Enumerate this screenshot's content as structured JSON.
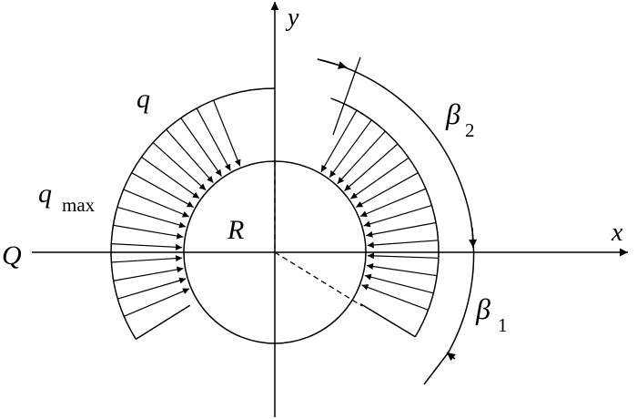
{
  "labels": {
    "y_axis": "y",
    "x_axis": "x",
    "load_q": "q",
    "load_qmax": "q",
    "load_qmax_sub": "max",
    "force_Q": "Q",
    "radius_R": "R",
    "angle_beta2": "β",
    "angle_beta2_sub": "2",
    "angle_beta1": "β",
    "angle_beta1_sub": "1"
  },
  "colors": {
    "stroke": "#000000",
    "background": "#ffffff"
  }
}
